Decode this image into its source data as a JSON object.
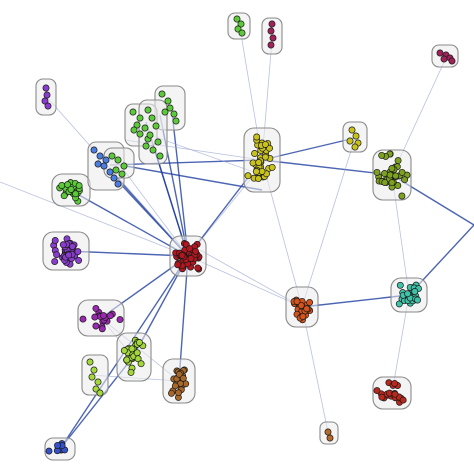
{
  "graph": {
    "colors": {
      "background": "#ffffff",
      "hull_stroke": "#8a8a8a",
      "edge_strong": "#1f3fa0",
      "edge_faint": "#9aa6d2"
    },
    "clusters": [
      {
        "id": "c-red",
        "color": "#b3161e"
      },
      {
        "id": "c-yellow",
        "color": "#c9c21a"
      },
      {
        "id": "c-olive",
        "color": "#7ea21f"
      },
      {
        "id": "c-teal",
        "color": "#3fc2a7"
      },
      {
        "id": "c-orange",
        "color": "#d4521b"
      },
      {
        "id": "c-darkred",
        "color": "#b9281e"
      },
      {
        "id": "c-purple",
        "color": "#8a3ccf"
      },
      {
        "id": "c-green",
        "color": "#5cc93a"
      },
      {
        "id": "c-magenta",
        "color": "#9b28b0"
      },
      {
        "id": "c-lime",
        "color": "#a3d83b"
      },
      {
        "id": "c-brown",
        "color": "#a8682a"
      },
      {
        "id": "c-blue",
        "color": "#3552c9"
      }
    ]
  }
}
